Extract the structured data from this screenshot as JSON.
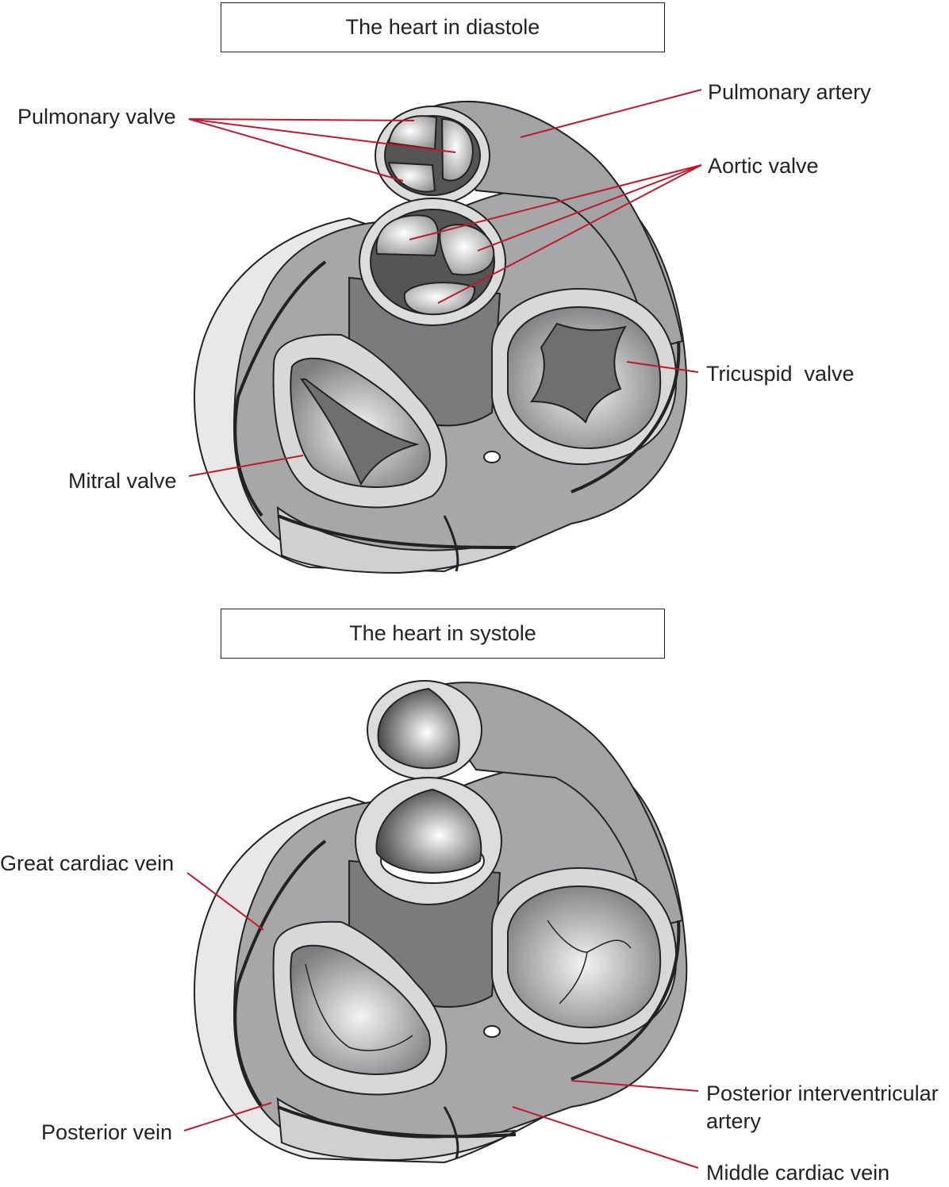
{
  "panels": [
    {
      "title": "The heart in diastole"
    },
    {
      "title": "The heart in systole"
    }
  ],
  "labels": {
    "pulmonary_valve": "Pulmonary valve",
    "pulmonary_artery": "Pulmonary artery",
    "aortic_valve": "Aortic valve",
    "tricuspid_valve": "Tricuspid  valve",
    "mitral_valve": "Mitral valve",
    "great_cardiac_vein": "Great cardiac vein",
    "posterior_vein": "Posterior vein",
    "posterior_interventricular_artery_line1": "Posterior interventricular",
    "posterior_interventricular_artery_line2": "artery",
    "middle_cardiac_vein": "Middle cardiac vein"
  },
  "colors": {
    "leader_line": "#c0192c",
    "outline": "#222222",
    "tissue": "#a7a7a9",
    "dark_tissue": "#7b7b7e",
    "pale_tissue": "#e6e6e6"
  }
}
